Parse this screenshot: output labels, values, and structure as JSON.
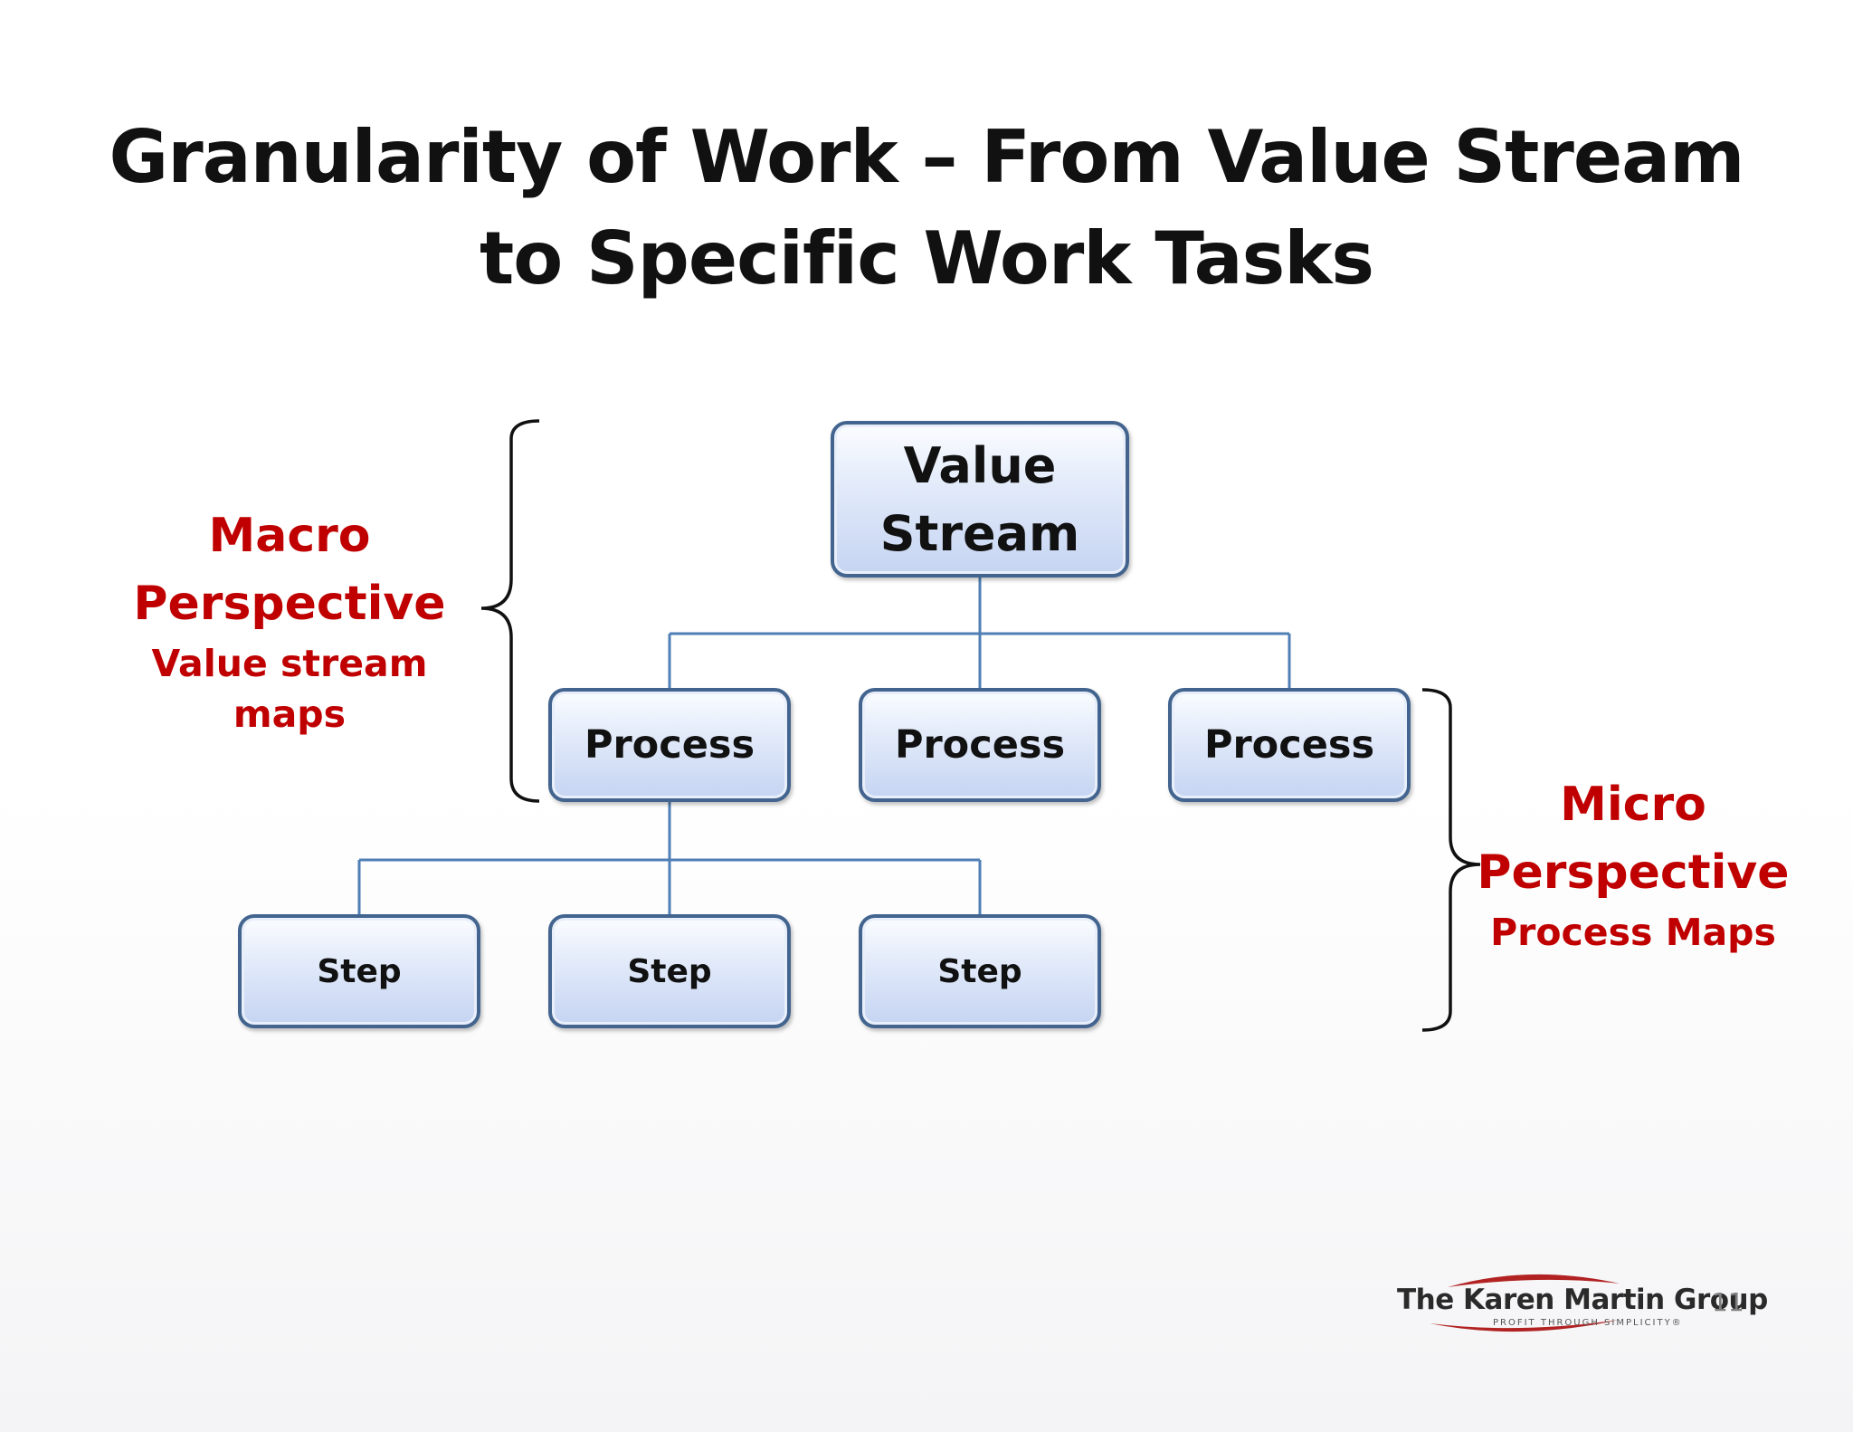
{
  "slide": {
    "title_line1": "Granularity of Work – From Value Stream",
    "title_line2": "to Specific Work Tasks",
    "page_number": "11"
  },
  "diagram": {
    "root": {
      "line1": "Value",
      "line2": "Stream"
    },
    "processes": [
      "Process",
      "Process",
      "Process"
    ],
    "steps": [
      "Step",
      "Step",
      "Step"
    ]
  },
  "perspectives": {
    "macro": {
      "title_line1": "Macro",
      "title_line2": "Perspective",
      "subtitle": "Value stream maps"
    },
    "micro": {
      "title_line1": "Micro",
      "title_line2": "Perspective",
      "subtitle": "Process Maps"
    }
  },
  "logo": {
    "name": "The Karen Martin Group",
    "tagline": "PROFIT THROUGH SIMPLICITY®"
  },
  "colors": {
    "accent_red": "#c00000",
    "node_border": "#42648e",
    "connector": "#4f7fb5",
    "logo_swoosh": "#b22222"
  }
}
